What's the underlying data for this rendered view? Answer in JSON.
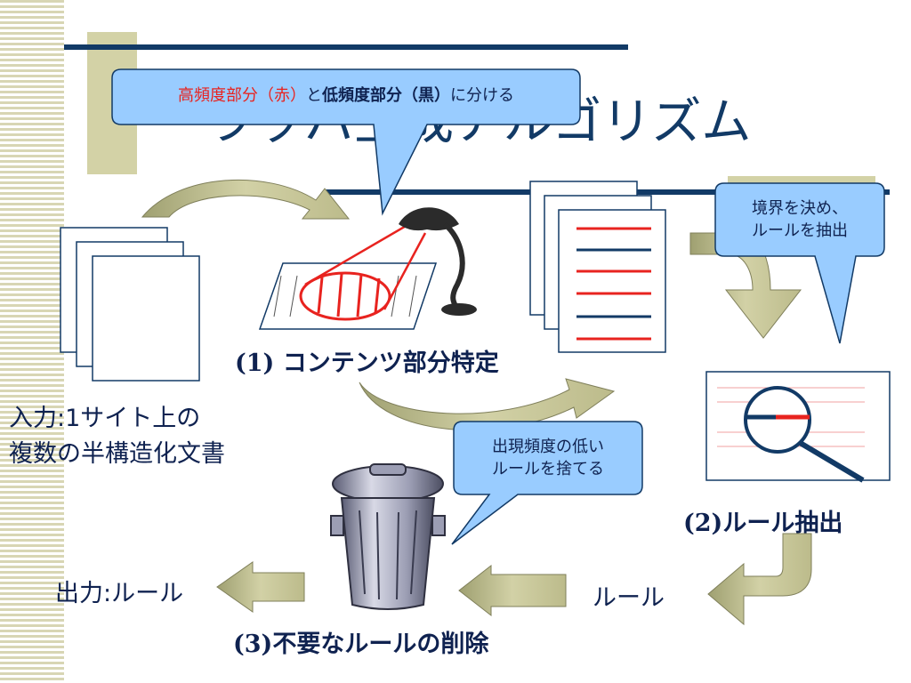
{
  "slide": {
    "title": "ラッパ生成アルゴリズム"
  },
  "callouts": {
    "top": {
      "part1": "高頻度部分（赤）",
      "part2": "と",
      "part3": "低頻度部分（黒）",
      "part4": "に分ける",
      "part1_color": "#e8231f"
    },
    "boundary": {
      "line1": "境界を決め、",
      "line2": "ルールを抽出"
    },
    "discard": {
      "line1": "出現頻度の低い",
      "line2": "ルールを捨てる"
    }
  },
  "steps": {
    "step1": "(1) コンテンツ部分特定",
    "step2": "(2)ルール抽出",
    "step3": "(3)不要なルールの削除"
  },
  "io": {
    "input_line1": "入力:1サイト上の",
    "input_line2": "複数の半構造化文書",
    "output": "出力:ルール",
    "rule": "ルール"
  },
  "colors": {
    "accent_red": "#e8231f",
    "navy": "#123a66",
    "arrow_fill": "#c9c89a",
    "callout_fill": "#99ccff"
  }
}
